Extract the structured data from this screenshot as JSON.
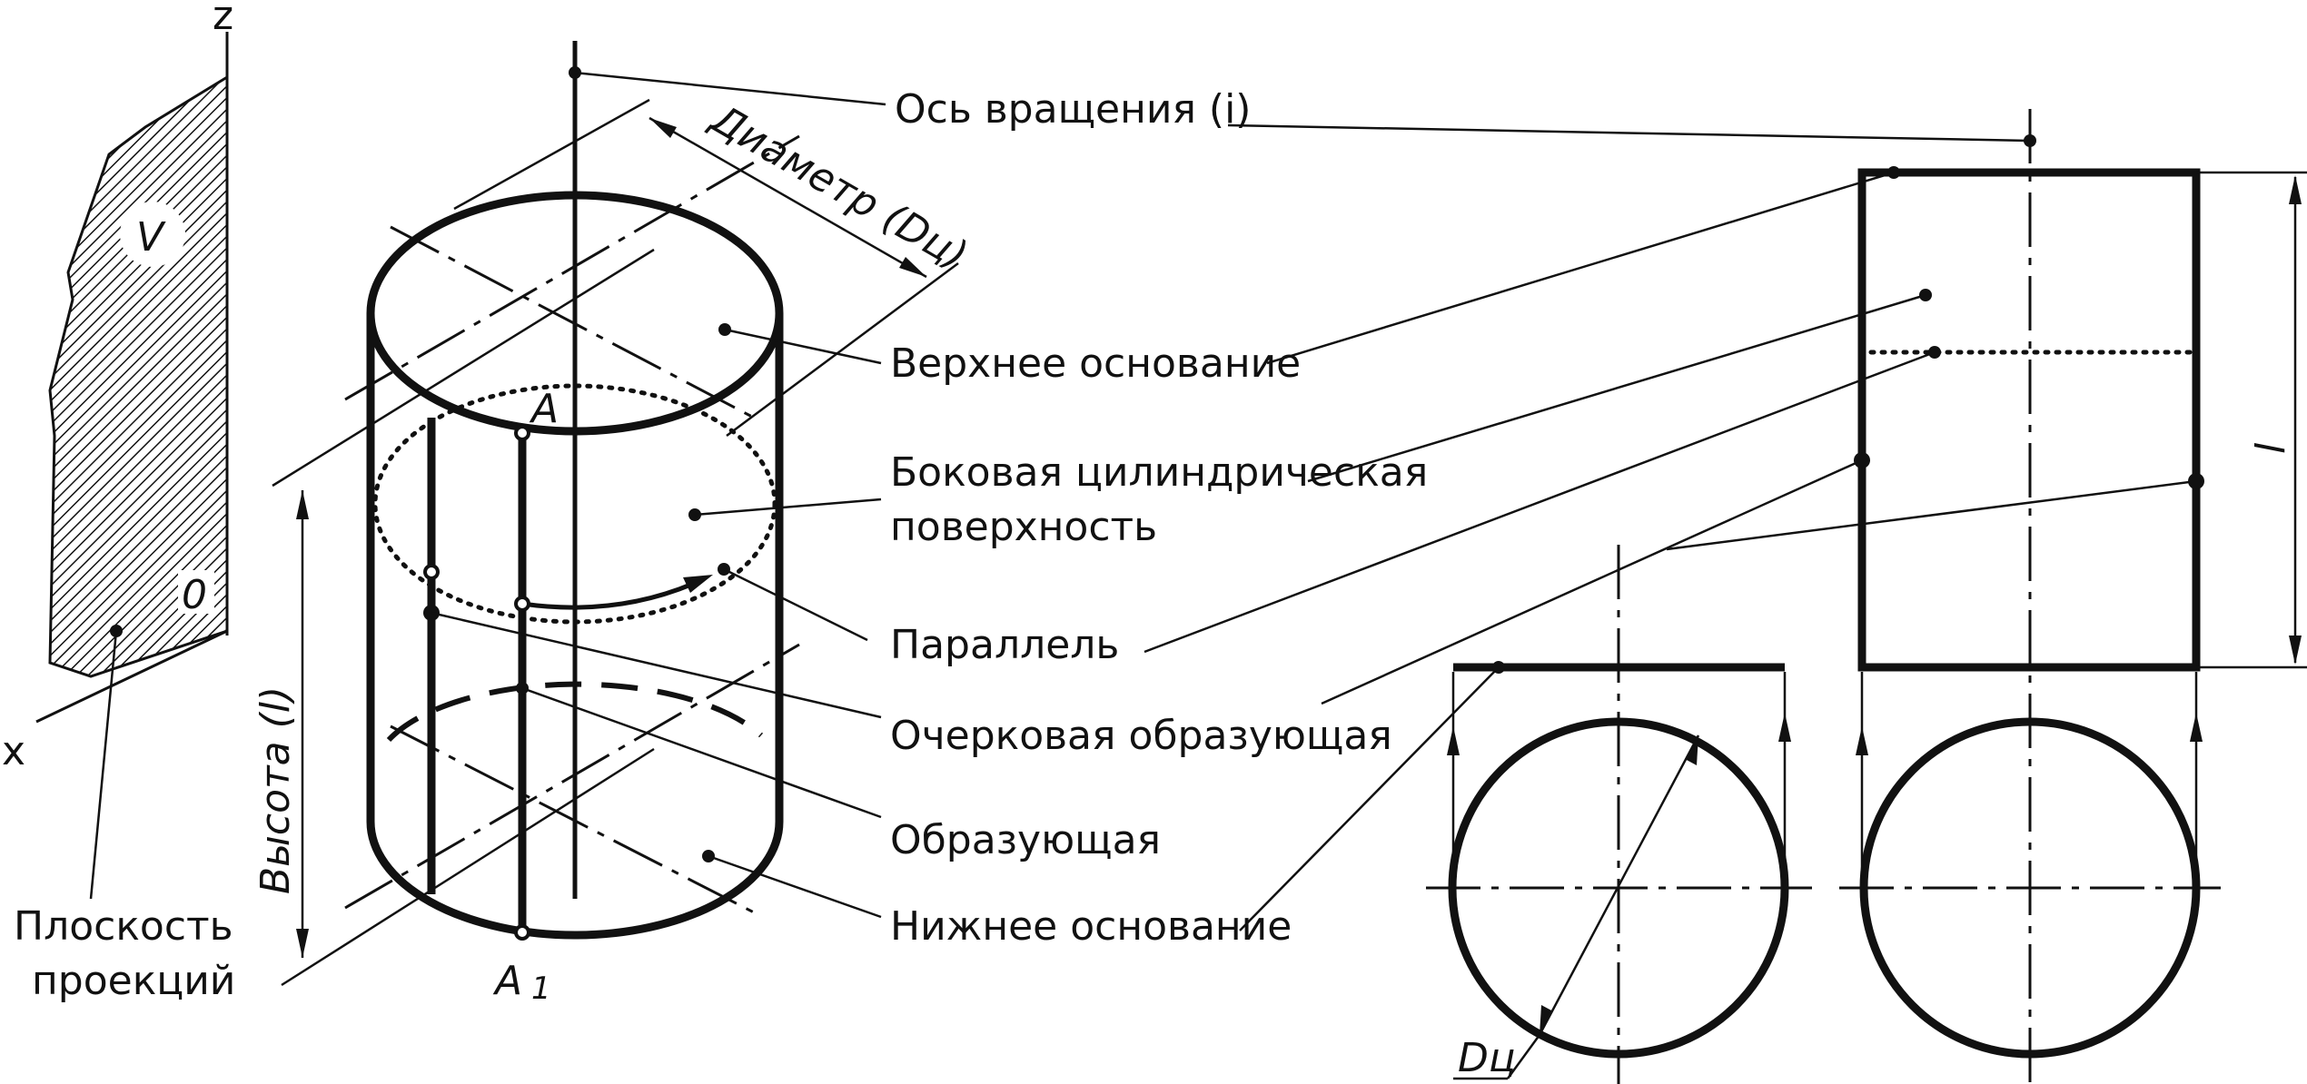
{
  "labels": {
    "axis_z": "z",
    "axis_x": "x",
    "plane_v": "V",
    "origin": "0",
    "plane_label_1": "Плоскость",
    "plane_label_2": "проекций",
    "rotation_axis": "Ось вращения (i)",
    "diameter": "Диаметр (Dц)",
    "height": "Высота (l)",
    "point_a": "A",
    "point_a1": "A",
    "point_a1_sub": "1",
    "upper_base": "Верхнее основание",
    "lateral_1": "Боковая цилиндрическая",
    "lateral_2": "поверхность",
    "parallel": "Параллель",
    "outline_generatrix": "Очерковая образующая",
    "generatrix": "Образующая",
    "lower_base": "Нижнее основание",
    "dim_l": "l",
    "dim_d": "Dц"
  }
}
